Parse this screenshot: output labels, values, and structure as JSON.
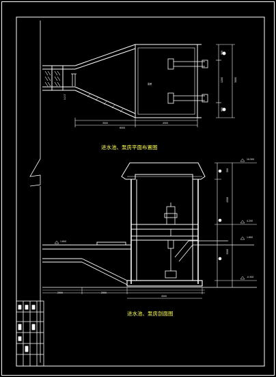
{
  "captions": {
    "plan_view": "进水池、泵房平面布置图",
    "section_view": "进水池、泵房剖面图"
  },
  "plan_dims": {
    "bottom_left": "3000",
    "bottom_total": "6000",
    "bottom_right": "4500",
    "right_top": "900",
    "right_mid": "1200",
    "right_bot": "900",
    "right_total": "3000",
    "slope_label": "1:2.5",
    "centre_label": "泵房"
  },
  "section_dims": {
    "right_top": "300",
    "right_mid": "4500",
    "right_low": "3500",
    "elev_top": "10.500",
    "elev_floor": "4.200",
    "elev_water": "1.600",
    "elev_bottom": "-0.500",
    "left_water": "1.600",
    "bottom_left": "2500",
    "bottom_mid": "2500",
    "bottom_right": "4500"
  },
  "colors": {
    "border": "#ffffff",
    "wall": "#ffffff",
    "caption": "#ffff55",
    "hatch": "#ffffff"
  }
}
